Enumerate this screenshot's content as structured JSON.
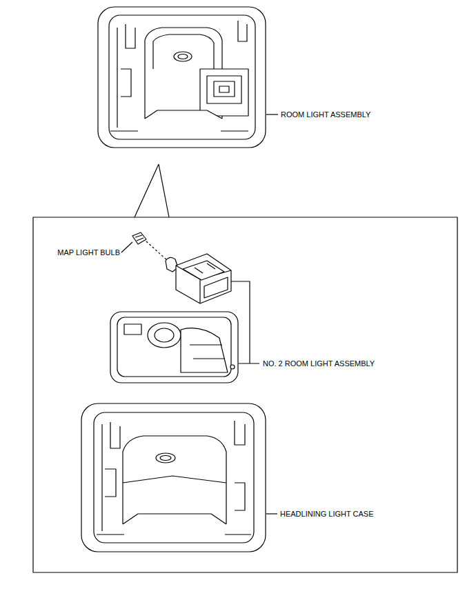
{
  "diagram": {
    "labels": [
      "ROOM LIGHT ASSEMBLY",
      "MAP LIGHT BULB",
      "NO. 2 ROOM LIGHT ASSEMBLY",
      "HEADLINING LIGHT CASE"
    ]
  }
}
